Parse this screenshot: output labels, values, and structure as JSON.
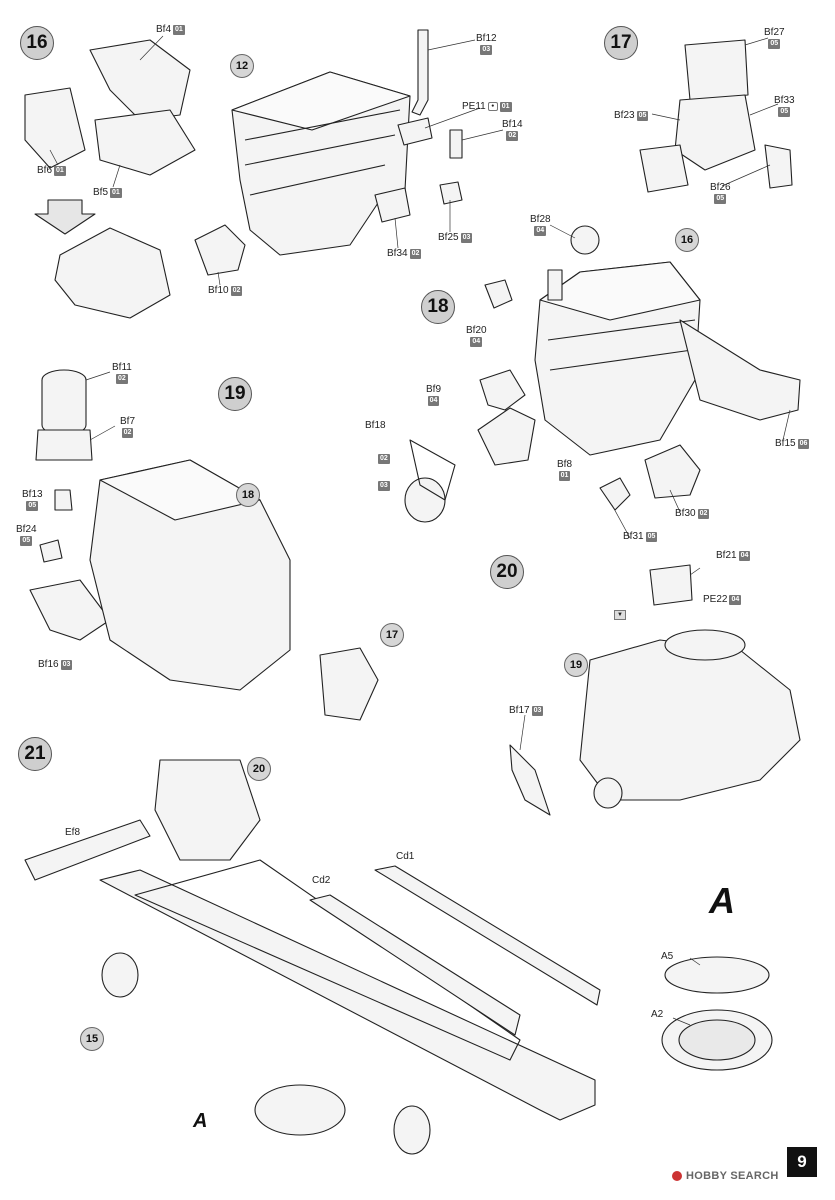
{
  "page": {
    "number": "9"
  },
  "watermark": {
    "text": "HOBBY SEARCH",
    "icon": "hobby-search-logo-icon"
  },
  "steps": {
    "s16": "16",
    "s17": "17",
    "s18": "18",
    "s19": "19",
    "s20": "20",
    "s21": "21"
  },
  "refs": {
    "r12": "12",
    "r16": "16",
    "r18": "18",
    "r17": "17",
    "r19": "19",
    "r20": "20",
    "r15": "15"
  },
  "parts": {
    "bf4": {
      "name": "Bf4",
      "sprue": "01"
    },
    "bf6": {
      "name": "Bf6",
      "sprue": "01"
    },
    "bf5": {
      "name": "Bf5",
      "sprue": "01"
    },
    "bf12": {
      "name": "Bf12",
      "sprue": "03"
    },
    "pe11": {
      "name": "PE11",
      "sprue": "01"
    },
    "bf14": {
      "name": "Bf14",
      "sprue": "02"
    },
    "bf25": {
      "name": "Bf25",
      "sprue": "03"
    },
    "bf34": {
      "name": "Bf34",
      "sprue": "02"
    },
    "bf10": {
      "name": "Bf10",
      "sprue": "02"
    },
    "bf27": {
      "name": "Bf27",
      "sprue": "05"
    },
    "bf33": {
      "name": "Bf33",
      "sprue": "05"
    },
    "bf23": {
      "name": "Bf23",
      "sprue": "05"
    },
    "bf26": {
      "name": "Bf26",
      "sprue": "05"
    },
    "bf28": {
      "name": "Bf28",
      "sprue": "04"
    },
    "bf20": {
      "name": "Bf20",
      "sprue": "04"
    },
    "bf9": {
      "name": "Bf9",
      "sprue": "04"
    },
    "bf18": {
      "name": "Bf18",
      "sprue": ""
    },
    "bf18a": {
      "name": "",
      "sprue": "02"
    },
    "bf18b": {
      "name": "",
      "sprue": "03"
    },
    "bf8": {
      "name": "Bf8",
      "sprue": "01"
    },
    "bf15": {
      "name": "Bf15",
      "sprue": "06"
    },
    "bf30": {
      "name": "Bf30",
      "sprue": "02"
    },
    "bf31": {
      "name": "Bf31",
      "sprue": "05"
    },
    "bf11": {
      "name": "Bf11",
      "sprue": "02"
    },
    "bf7": {
      "name": "Bf7",
      "sprue": "02"
    },
    "bf13": {
      "name": "Bf13",
      "sprue": "05"
    },
    "bf24": {
      "name": "Bf24",
      "sprue": "05"
    },
    "bf16": {
      "name": "Bf16",
      "sprue": "03"
    },
    "bf21": {
      "name": "Bf21",
      "sprue": "04"
    },
    "pe22": {
      "name": "PE22",
      "sprue": "04"
    },
    "bf17": {
      "name": "Bf17",
      "sprue": "03"
    },
    "ef8": {
      "name": "Ef8",
      "sprue": ""
    },
    "cd2": {
      "name": "Cd2",
      "sprue": ""
    },
    "cd1": {
      "name": "Cd1",
      "sprue": ""
    },
    "a5": {
      "name": "A5",
      "sprue": ""
    },
    "a2": {
      "name": "A2",
      "sprue": ""
    }
  },
  "subassembly": {
    "label": "A"
  }
}
